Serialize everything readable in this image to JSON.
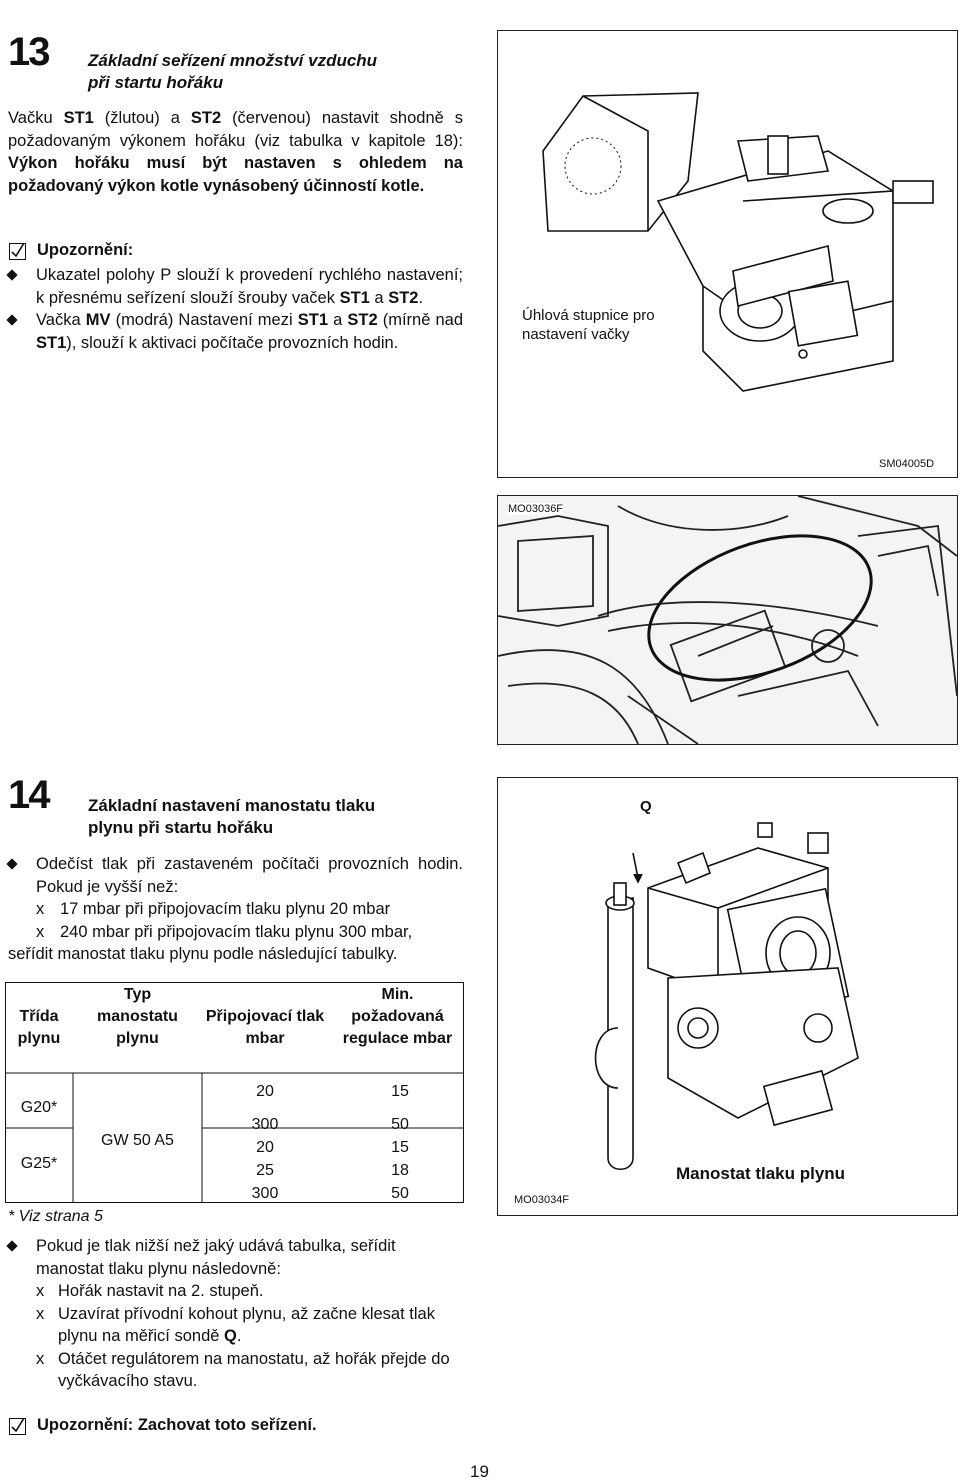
{
  "section13": {
    "number": "13",
    "title_line1": "Základní seřízení množství vzduchu",
    "title_line2": "při startu hořáku",
    "intro": [
      {
        "t": "Vačku ",
        "b": false
      },
      {
        "t": "ST1",
        "b": true
      },
      {
        "t": " (žlutou) a ",
        "b": false
      },
      {
        "t": "ST2",
        "b": true
      },
      {
        "t": " (červenou) nastavit shodně s požadovaným výkonem hořáku (viz tabulka v kapitole 18): ",
        "b": false
      },
      {
        "t": "Výkon hořáku musí být nastaven s ohledem na požadovaný výkon kotle vynásobený účinností kotle.",
        "b": true
      }
    ],
    "note_label": "Upozornění:",
    "bullets": [
      [
        {
          "t": "Ukazatel polohy P slouží k provedení rychlého nastavení; k přesnému seřízení slouží šrouby vaček ",
          "b": false
        },
        {
          "t": "ST1",
          "b": true
        },
        {
          "t": " a ",
          "b": false
        },
        {
          "t": "ST2",
          "b": true
        },
        {
          "t": ".",
          "b": false
        }
      ],
      [
        {
          "t": "Vačka ",
          "b": false
        },
        {
          "t": "MV",
          "b": true
        },
        {
          "t": " (modrá) Nastavení mezi ",
          "b": false
        },
        {
          "t": "ST1",
          "b": true
        },
        {
          "t": " a ",
          "b": false
        },
        {
          "t": "ST2",
          "b": true
        },
        {
          "t": " (mírně nad ",
          "b": false
        },
        {
          "t": "ST1",
          "b": true
        },
        {
          "t": "), slouží k aktivaci počítače provozních hodin.",
          "b": false
        }
      ]
    ],
    "fig1_caption": "Úhlová stupnice pro nastavení vačky",
    "fig1_code": "SM04005D",
    "fig2_code": "MO03036F"
  },
  "section14": {
    "number": "14",
    "title_line1": "Základní nastavení manostatu tlaku",
    "title_line2": "plynu při startu hořáku",
    "bullet1": "Odečíst tlak při zastaveném počítači provozních hodin. Pokud je vyšší než:",
    "x1": "17 mbar při připojovacím tlaku plynu 20 mbar",
    "x2": "240 mbar při připojovacím tlaku plynu 300 mbar,",
    "after": "seřídit manostat tlaku plynu podle následující tabulky.",
    "table": {
      "headers": [
        "Třída plynu",
        "Typ manostatu plynu",
        "Připojovací tlak mbar",
        "Min. požadovaná regulace mbar"
      ],
      "class_g20": "G20*",
      "class_g25": "G25*",
      "type": "GW 50 A5",
      "pressures": [
        "20",
        "300",
        "20",
        "25",
        "300"
      ],
      "minimums": [
        "15",
        "50",
        "15",
        "18",
        "50"
      ]
    },
    "footnote": "* Viz strana 5",
    "bullet2": "Pokud je tlak nižší než jaký udává tabulka, seřídit manostat tlaku plynu následovně:",
    "steps": [
      [
        {
          "t": "Hořák nastavit na 2. stupeň.",
          "b": false
        }
      ],
      [
        {
          "t": "Uzavírat přívodní kohout plynu, až začne klesat tlak plynu na měřicí sondě ",
          "b": false
        },
        {
          "t": "Q",
          "b": true
        },
        {
          "t": ".",
          "b": false
        }
      ],
      [
        {
          "t": "Otáčet regulátorem na manostatu, až hořák přejde do vyčkávacího stavu.",
          "b": false
        }
      ]
    ],
    "fig3_label_q": "Q",
    "fig3_caption": "Manostat tlaku plynu",
    "fig3_code": "MO03034F",
    "final_note": "Upozornění: Zachovat toto seřízení.",
    "x_mark": "x"
  },
  "page_number": "19"
}
